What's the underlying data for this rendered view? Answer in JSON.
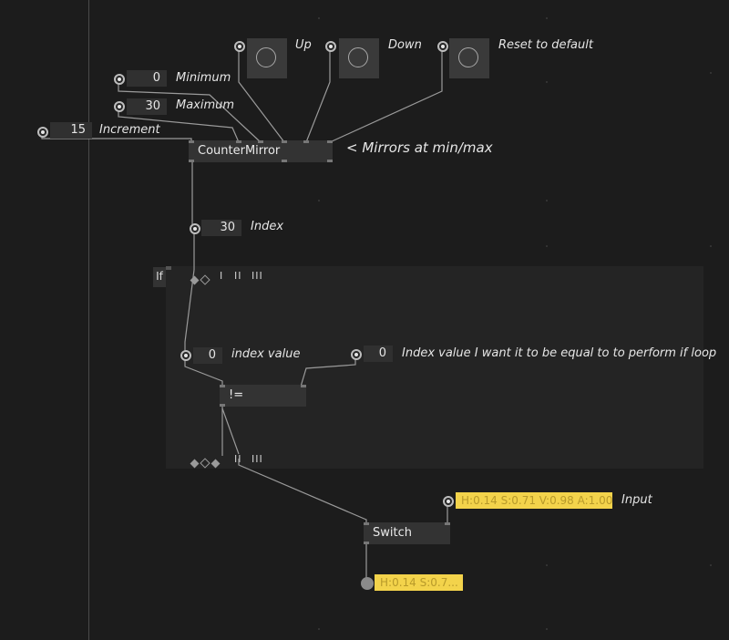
{
  "inputs": {
    "minimum": {
      "value": "0",
      "label": "Minimum"
    },
    "maximum": {
      "value": "30",
      "label": "Maximum"
    },
    "increment": {
      "value": "15",
      "label": "Increment"
    }
  },
  "bangs": {
    "up": {
      "label": "Up"
    },
    "down": {
      "label": "Down"
    },
    "reset": {
      "label": "Reset to default"
    }
  },
  "nodes": {
    "counter": "CounterMirror",
    "comment": "< Mirrors at min/max",
    "not_equal": "!=",
    "switch": "Switch"
  },
  "index": {
    "value": "30",
    "label": "Index"
  },
  "if_region": {
    "title": "If",
    "top_ctrl": [
      "I",
      "II",
      "III"
    ],
    "bottom_ctrl": [
      "II",
      "III"
    ]
  },
  "index_value": {
    "value": "0",
    "label": "index value"
  },
  "target_value": {
    "value": "0",
    "label": "Index value I want it to be equal to to perform if loop"
  },
  "color_input": {
    "value": "H:0.14 S:0.71 V:0.98 A:1.00",
    "label": "Input"
  },
  "color_output": {
    "value": "H:0.14 S:0.7..."
  },
  "colors": {
    "background": "#1c1c1c",
    "accent": "#f3d34b",
    "node": "#333333"
  }
}
